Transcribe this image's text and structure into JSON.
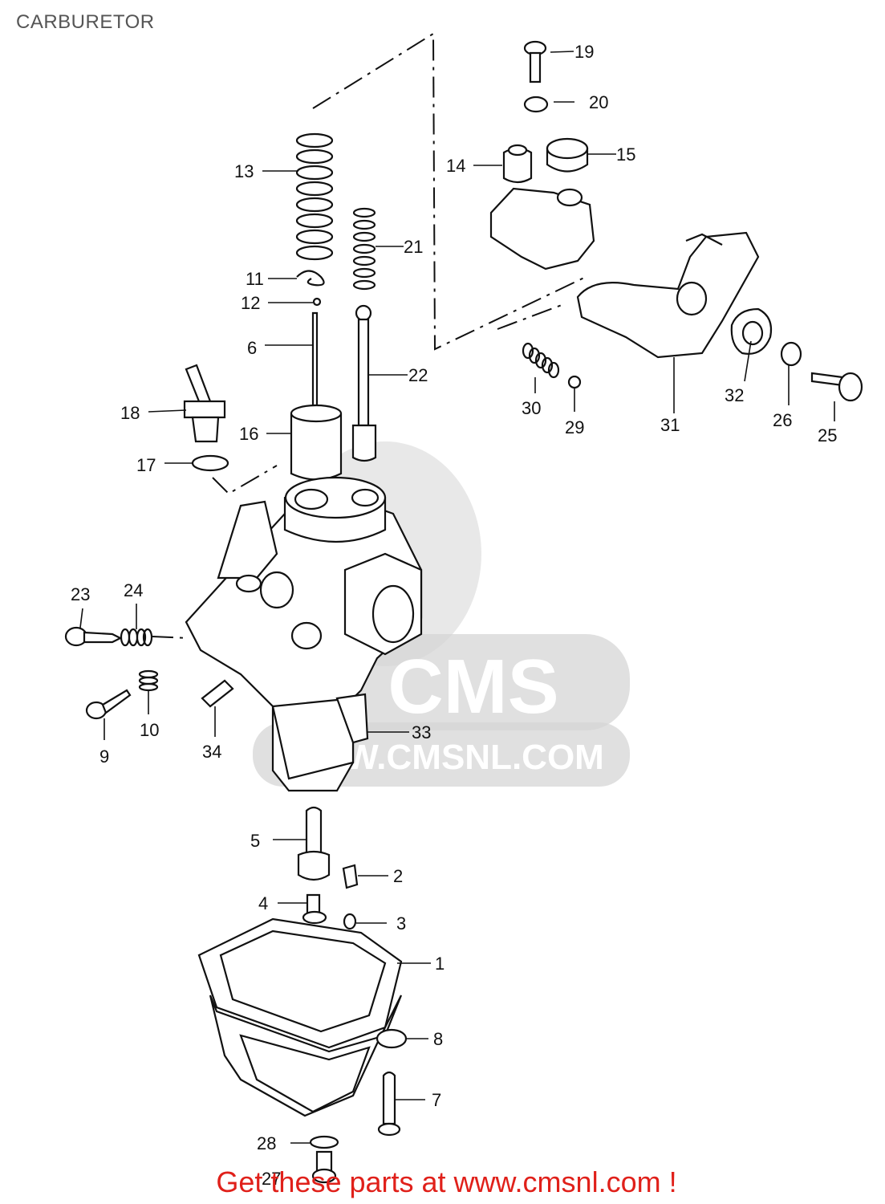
{
  "title": "CARBURETOR",
  "watermark": {
    "logo_text": "CMS",
    "url_text": "WWW.CMSNL.COM"
  },
  "footer": {
    "text": "Get these parts at www.cmsnl.com !"
  },
  "parts": [
    {
      "id": "1",
      "label": "1"
    },
    {
      "id": "2",
      "label": "2"
    },
    {
      "id": "3",
      "label": "3"
    },
    {
      "id": "4",
      "label": "4"
    },
    {
      "id": "5",
      "label": "5"
    },
    {
      "id": "6",
      "label": "6"
    },
    {
      "id": "7",
      "label": "7"
    },
    {
      "id": "8",
      "label": "8"
    },
    {
      "id": "9",
      "label": "9"
    },
    {
      "id": "10",
      "label": "10"
    },
    {
      "id": "11",
      "label": "11"
    },
    {
      "id": "12",
      "label": "12"
    },
    {
      "id": "13",
      "label": "13"
    },
    {
      "id": "14",
      "label": "14"
    },
    {
      "id": "15",
      "label": "15"
    },
    {
      "id": "16",
      "label": "16"
    },
    {
      "id": "17",
      "label": "17"
    },
    {
      "id": "18",
      "label": "18"
    },
    {
      "id": "19",
      "label": "19"
    },
    {
      "id": "20",
      "label": "20"
    },
    {
      "id": "21",
      "label": "21"
    },
    {
      "id": "22",
      "label": "22"
    },
    {
      "id": "23",
      "label": "23"
    },
    {
      "id": "24",
      "label": "24"
    },
    {
      "id": "25",
      "label": "25"
    },
    {
      "id": "26",
      "label": "26"
    },
    {
      "id": "27",
      "label": "27"
    },
    {
      "id": "28",
      "label": "28"
    },
    {
      "id": "29",
      "label": "29"
    },
    {
      "id": "30",
      "label": "30"
    },
    {
      "id": "31",
      "label": "31"
    },
    {
      "id": "32",
      "label": "32"
    },
    {
      "id": "33",
      "label": "33"
    },
    {
      "id": "34",
      "label": "34"
    }
  ],
  "colors": {
    "line": "#111111",
    "footer": "#e0201a",
    "title": "#555555",
    "watermark": "#d6d6d6"
  }
}
